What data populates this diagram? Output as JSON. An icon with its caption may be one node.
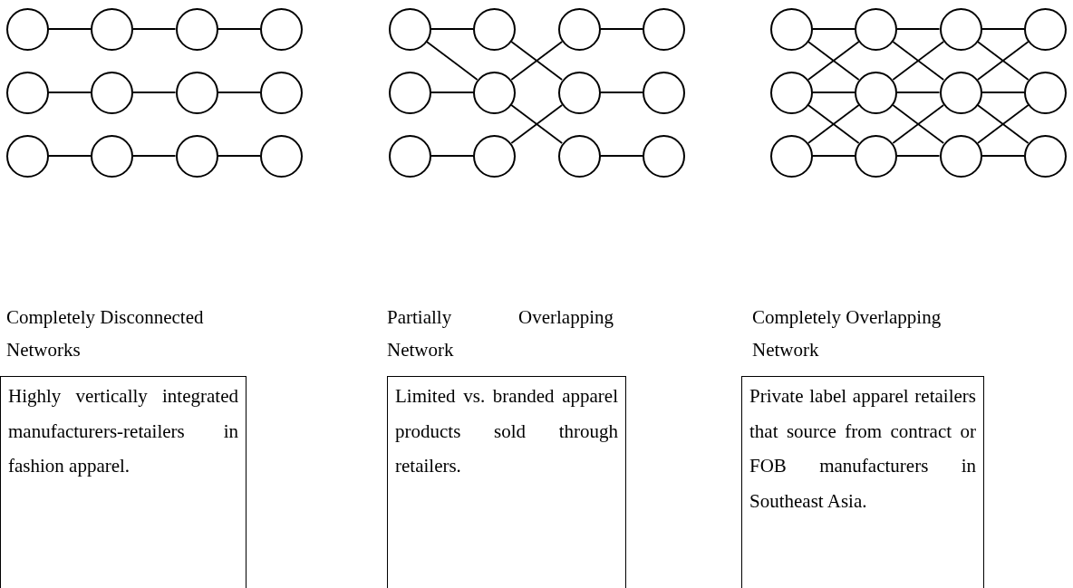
{
  "diagram": {
    "nodes": [
      {
        "text": [],
        "shape": "circle"
      },
      {
        "text": [],
        "shape": "circle"
      },
      {
        "text": [],
        "shape": "circle"
      },
      {
        "text": [],
        "shape": "circle"
      },
      {
        "text": [],
        "shape": "circle"
      },
      {
        "text": [],
        "shape": "circle"
      },
      {
        "text": [],
        "shape": "circle"
      },
      {
        "text": [],
        "shape": "circle"
      },
      {
        "text": [],
        "shape": "circle"
      },
      {
        "text": [],
        "shape": "circle"
      },
      {
        "text": [],
        "shape": "circle"
      },
      {
        "text": [],
        "shape": "circle"
      },
      {
        "text": [],
        "shape": "circle"
      },
      {
        "text": [],
        "shape": "circle"
      },
      {
        "text": [],
        "shape": "circle"
      },
      {
        "text": [],
        "shape": "circle"
      },
      {
        "text": [],
        "shape": "circle"
      },
      {
        "text": [],
        "shape": "circle"
      },
      {
        "text": [],
        "shape": "circle"
      },
      {
        "text": [],
        "shape": "circle"
      },
      {
        "text": [],
        "shape": "circle"
      },
      {
        "text": [],
        "shape": "circle"
      },
      {
        "text": [],
        "shape": "circle"
      },
      {
        "text": [],
        "shape": "circle"
      },
      {
        "text": [],
        "shape": "circle"
      },
      {
        "text": [],
        "shape": "circle"
      },
      {
        "text": [],
        "shape": "circle"
      },
      {
        "text": [],
        "shape": "circle"
      },
      {
        "text": [],
        "shape": "circle"
      },
      {
        "text": [],
        "shape": "circle"
      },
      {
        "text": [],
        "shape": "circle"
      },
      {
        "text": [],
        "shape": "circle"
      },
      {
        "text": [],
        "shape": "circle"
      },
      {
        "text": [],
        "shape": "circle"
      },
      {
        "text": [],
        "shape": "circle"
      },
      {
        "text": [],
        "shape": "circle"
      },
      {
        "text": [
          "Highly vertically integrated manufacturers-retailers in fashion apparel."
        ]
      },
      {
        "text": [
          "Limited vs. branded apparel products sold through retailers."
        ]
      },
      {
        "text": [
          "Private label apparel retailers that source from contract or FOB manufacturers in Southeast Asia."
        ]
      }
    ],
    "edges": [
      {
        "from": 0,
        "to": 1,
        "arrow": "none"
      },
      {
        "from": 1,
        "to": 2,
        "arrow": "none"
      },
      {
        "from": 2,
        "to": 3,
        "arrow": "none"
      },
      {
        "from": 4,
        "to": 5,
        "arrow": "none"
      },
      {
        "from": 5,
        "to": 6,
        "arrow": "none"
      },
      {
        "from": 6,
        "to": 7,
        "arrow": "none"
      },
      {
        "from": 8,
        "to": 9,
        "arrow": "none"
      },
      {
        "from": 9,
        "to": 10,
        "arrow": "none"
      },
      {
        "from": 10,
        "to": 11,
        "arrow": "none"
      },
      {
        "from": 12,
        "to": 13,
        "arrow": "none"
      },
      {
        "from": 14,
        "to": 15,
        "arrow": "none"
      },
      {
        "from": 16,
        "to": 17,
        "arrow": "none"
      },
      {
        "from": 18,
        "to": 19,
        "arrow": "none"
      },
      {
        "from": 20,
        "to": 21,
        "arrow": "none"
      },
      {
        "from": 22,
        "to": 23,
        "arrow": "none"
      },
      {
        "from": 12,
        "to": 17,
        "arrow": "none"
      },
      {
        "from": 13,
        "to": 18,
        "arrow": "none"
      },
      {
        "from": 17,
        "to": 14,
        "arrow": "none"
      },
      {
        "from": 17,
        "to": 22,
        "arrow": "none"
      },
      {
        "from": 21,
        "to": 18,
        "arrow": "none"
      },
      {
        "from": 24,
        "to": 25,
        "arrow": "none"
      },
      {
        "from": 25,
        "to": 26,
        "arrow": "none"
      },
      {
        "from": 26,
        "to": 27,
        "arrow": "none"
      },
      {
        "from": 28,
        "to": 29,
        "arrow": "none"
      },
      {
        "from": 29,
        "to": 30,
        "arrow": "none"
      },
      {
        "from": 30,
        "to": 31,
        "arrow": "none"
      },
      {
        "from": 32,
        "to": 33,
        "arrow": "none"
      },
      {
        "from": 33,
        "to": 34,
        "arrow": "none"
      },
      {
        "from": 34,
        "to": 35,
        "arrow": "none"
      },
      {
        "from": 24,
        "to": 29,
        "arrow": "none"
      },
      {
        "from": 28,
        "to": 25,
        "arrow": "none"
      },
      {
        "from": 28,
        "to": 33,
        "arrow": "none"
      },
      {
        "from": 32,
        "to": 29,
        "arrow": "none"
      },
      {
        "from": 25,
        "to": 30,
        "arrow": "none"
      },
      {
        "from": 29,
        "to": 26,
        "arrow": "none"
      },
      {
        "from": 29,
        "to": 34,
        "arrow": "none"
      },
      {
        "from": 33,
        "to": 30,
        "arrow": "none"
      },
      {
        "from": 26,
        "to": 31,
        "arrow": "none"
      },
      {
        "from": 30,
        "to": 27,
        "arrow": "none"
      },
      {
        "from": 30,
        "to": 35,
        "arrow": "none"
      },
      {
        "from": 34,
        "to": 31,
        "arrow": "none"
      }
    ],
    "labels": [
      "Completely Disconnected Networks",
      "Partially Overlapping Network",
      "Completely Overlapping Network"
    ]
  }
}
